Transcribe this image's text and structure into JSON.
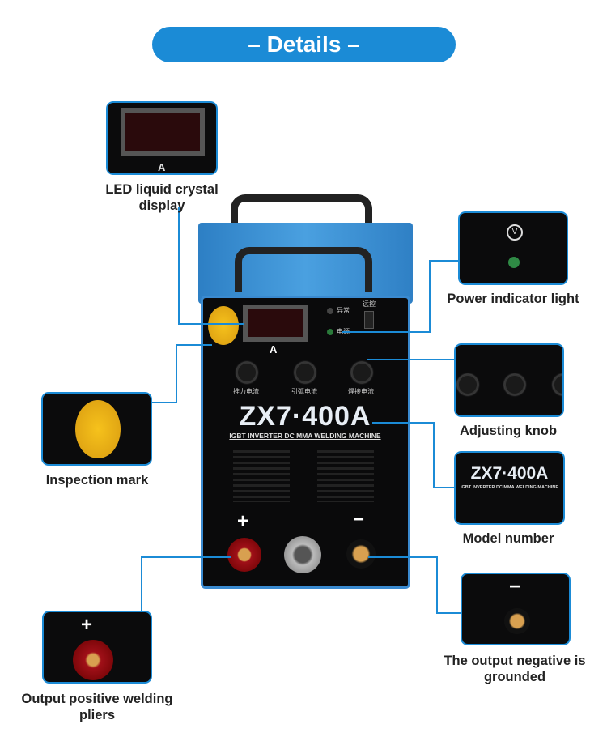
{
  "header": {
    "title": "– Details –"
  },
  "machine": {
    "model": "ZX7·400A",
    "subtitle": "IGBT INVERTER DC MMA WELDING MACHINE",
    "display_unit": "A",
    "indicator_labels": [
      "异常",
      "电源"
    ],
    "switch_label": "远控",
    "knob_labels": [
      "推力电流",
      "引弧电流",
      "焊接电流"
    ],
    "terminal_symbols": [
      "+",
      "−"
    ]
  },
  "callouts": [
    {
      "label": "LED liquid crystal display"
    },
    {
      "label": "Power indicator light"
    },
    {
      "label": "Adjusting knob"
    },
    {
      "label": "Inspection mark"
    },
    {
      "label": "Model number"
    },
    {
      "label": "Output positive welding pliers"
    },
    {
      "label": "The output negative is grounded"
    }
  ],
  "accent_color": "#1b8bd6"
}
